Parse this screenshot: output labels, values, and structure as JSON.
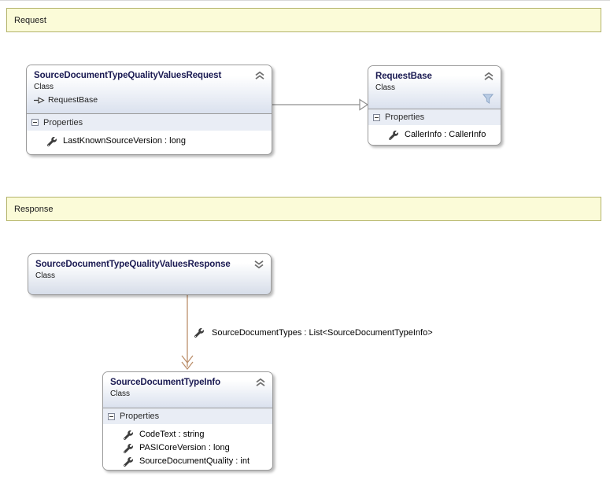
{
  "banners": {
    "request": {
      "label": "Request"
    },
    "response": {
      "label": "Response"
    }
  },
  "nodes": {
    "request": {
      "title": "SourceDocumentTypeQualityValuesRequest",
      "stereotype": "Class",
      "base_type": "RequestBase",
      "properties_label": "Properties",
      "properties": [
        "LastKnownSourceVersion : long"
      ]
    },
    "request_base": {
      "title": "RequestBase",
      "stereotype": "Class",
      "properties_label": "Properties",
      "properties": [
        "CallerInfo : CallerInfo"
      ]
    },
    "response": {
      "title": "SourceDocumentTypeQualityValuesResponse",
      "stereotype": "Class"
    },
    "type_info": {
      "title": "SourceDocumentTypeInfo",
      "stereotype": "Class",
      "properties_label": "Properties",
      "properties": [
        "CodeText : string",
        "PASICoreVersion : long",
        "SourceDocumentQuality : int"
      ]
    }
  },
  "connectors": {
    "inheritance": {
      "type": "inheritance"
    },
    "association": {
      "type": "association",
      "label": "SourceDocumentTypes : List<SourceDocumentTypeInfo>"
    }
  },
  "colors": {
    "banner_bg": "#fbfbd8",
    "banner_border": "#b3b36a",
    "node_border": "#9b9b9b",
    "header_gradient_end": "#dae1ee",
    "section_band_bg": "#e9edf5",
    "title_text": "#1a1a52",
    "inheritance_line": "#8f8f8f",
    "association_line": "#bb8f6b",
    "filter_icon_fill": "#b9cce4"
  },
  "icons": {
    "collapse": "chevron-double-up",
    "expand": "chevron-double-down",
    "filter": "funnel",
    "property": "wrench",
    "section_toggle": "minus-box",
    "base_type": "line-open-triangle"
  }
}
